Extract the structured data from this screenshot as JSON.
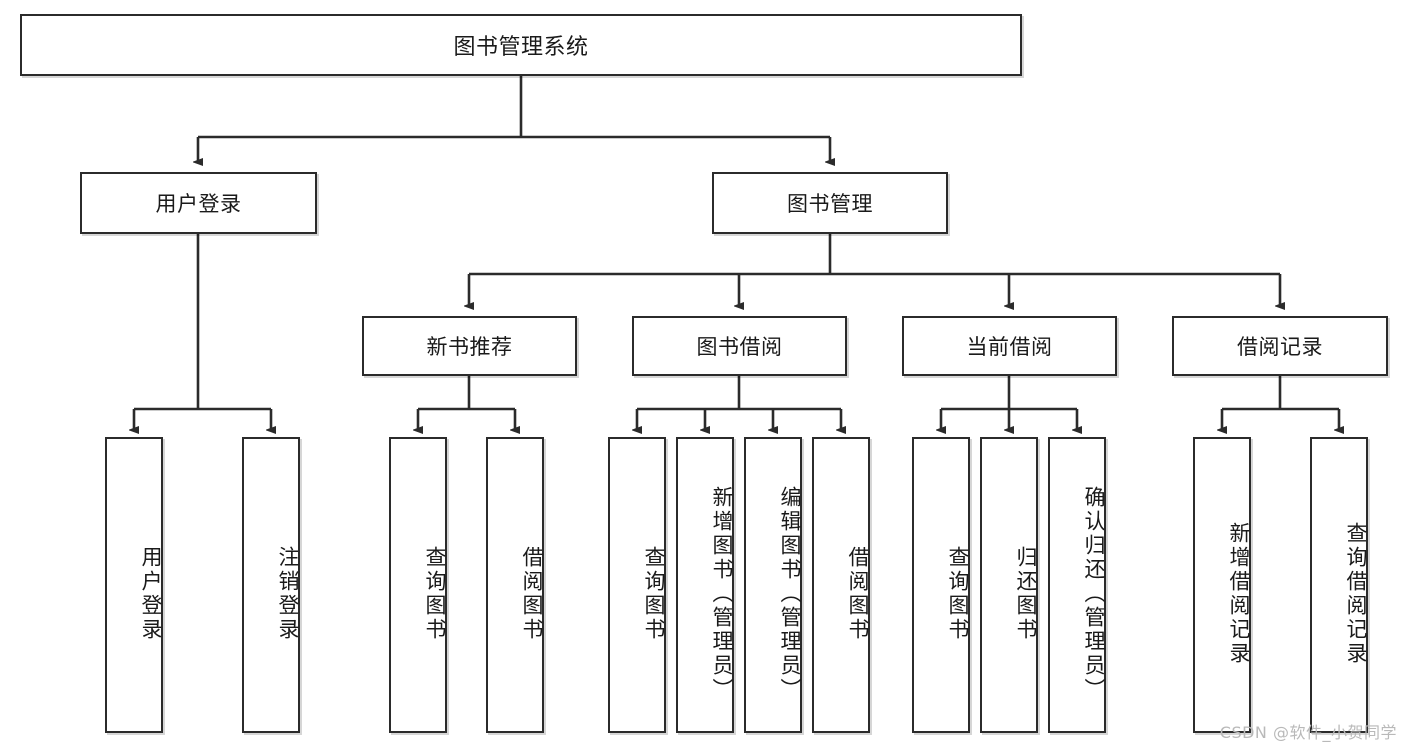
{
  "diagram": {
    "title": "图书管理系统",
    "type": "tree-hierarchy-diagram",
    "colors": {
      "stroke": "#2b2b2b",
      "fill": "#ffffff",
      "text": "#1a1a1a",
      "watermark": "#b9b9b9"
    },
    "levels": {
      "level1": {
        "label": "图书管理系统"
      },
      "level2": [
        {
          "label": "用户登录"
        },
        {
          "label": "图书管理"
        }
      ],
      "level3": [
        {
          "label": "新书推荐"
        },
        {
          "label": "图书借阅"
        },
        {
          "label": "当前借阅"
        },
        {
          "label": "借阅记录"
        }
      ],
      "level4": {
        "user_login": [
          {
            "label": "用户登录"
          },
          {
            "label": "注销登录"
          }
        ],
        "new_book_recommend": [
          {
            "label": "查询图书"
          },
          {
            "label": "借阅图书"
          }
        ],
        "book_borrow": [
          {
            "label": "查询图书"
          },
          {
            "label": "新增图书（管理员）"
          },
          {
            "label": "编辑图书（管理员）"
          },
          {
            "label": "借阅图书"
          }
        ],
        "current_borrow": [
          {
            "label": "查询图书"
          },
          {
            "label": "归还图书"
          },
          {
            "label": "确认归还（管理员）"
          }
        ],
        "borrow_record": [
          {
            "label": "新增借阅记录"
          },
          {
            "label": "查询借阅记录"
          }
        ]
      }
    }
  },
  "watermark": {
    "text": "CSDN @软件_小贺同学"
  }
}
